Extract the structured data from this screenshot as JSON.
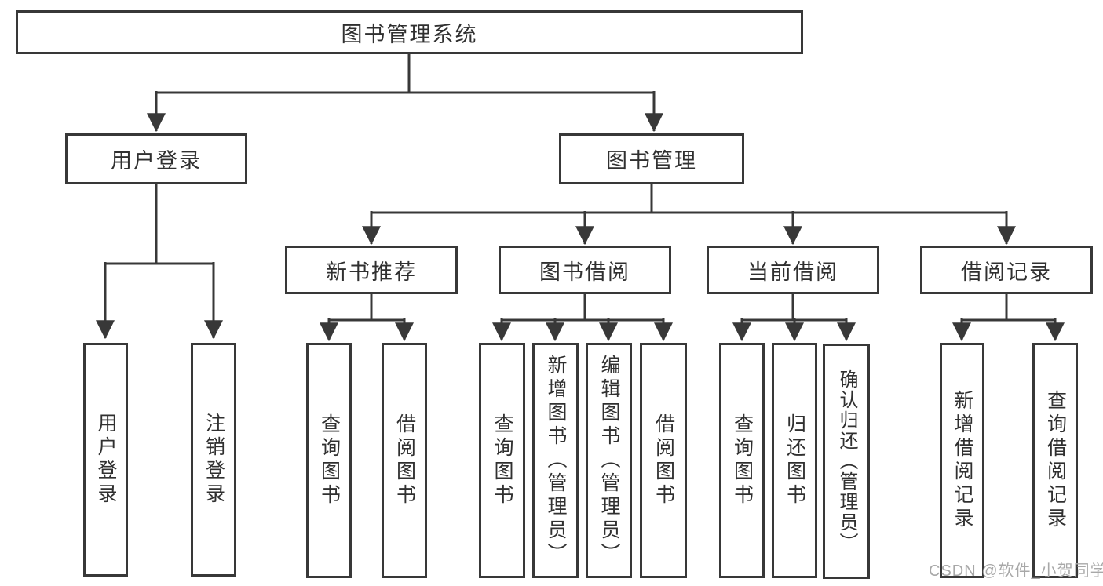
{
  "tree": {
    "root": {
      "label": "图书管理系统"
    },
    "children": [
      {
        "label": "用户登录",
        "children": [
          {
            "label": "用户登录"
          },
          {
            "label": "注销登录"
          }
        ]
      },
      {
        "label": "图书管理",
        "children": [
          {
            "label": "新书推荐",
            "children": [
              {
                "label": "查询图书"
              },
              {
                "label": "借阅图书"
              }
            ]
          },
          {
            "label": "图书借阅",
            "children": [
              {
                "label": "查询图书"
              },
              {
                "label": "新增图书（管理员）"
              },
              {
                "label": "编辑图书（管理员）"
              },
              {
                "label": "借阅图书"
              }
            ]
          },
          {
            "label": "当前借阅",
            "children": [
              {
                "label": "查询图书"
              },
              {
                "label": "归还图书"
              },
              {
                "label": "确认归还（管理员）"
              }
            ]
          },
          {
            "label": "借阅记录",
            "children": [
              {
                "label": "新增借阅记录"
              },
              {
                "label": "查询借阅记录"
              }
            ]
          }
        ]
      }
    ]
  },
  "watermark": "CSDN @软件_小贺同学",
  "colors": {
    "line": "#383838",
    "text": "#303030",
    "watermark": "#a8a8a8"
  }
}
